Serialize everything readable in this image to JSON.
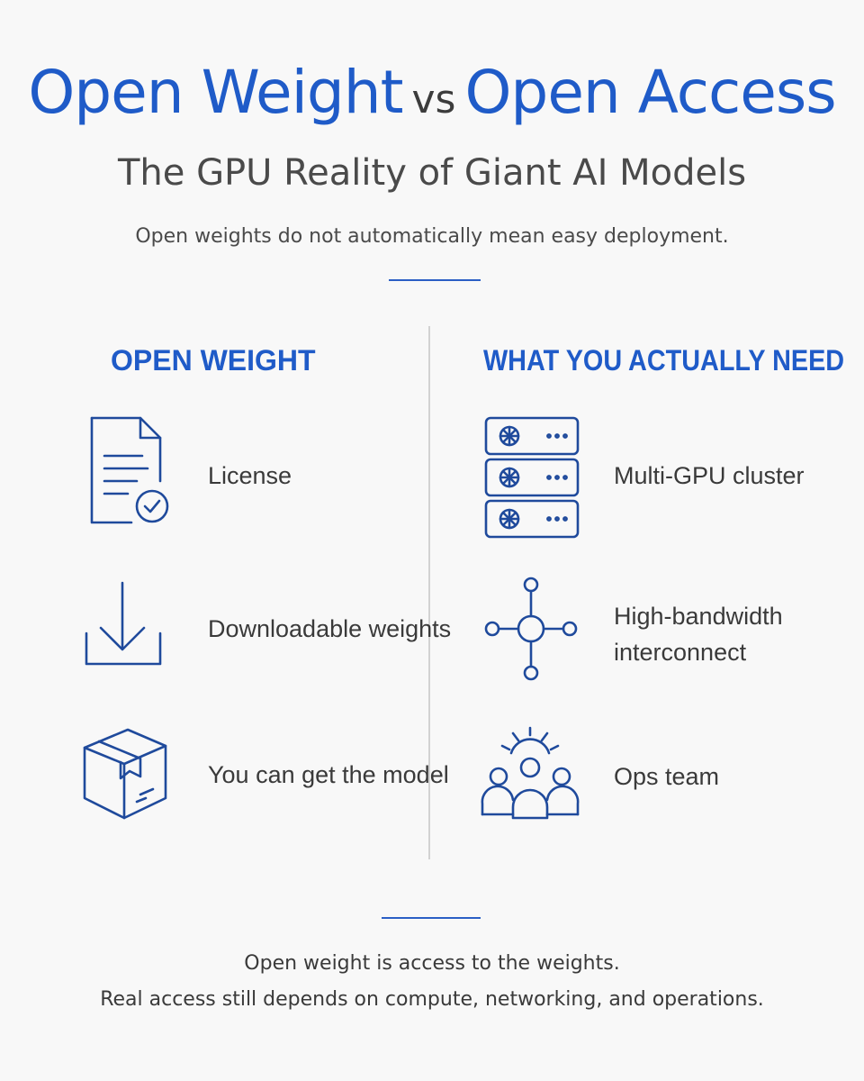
{
  "header": {
    "title_left": "Open Weight",
    "title_vs": "vs",
    "title_right": "Open Access",
    "subtitle": "The GPU Reality of Giant AI Models",
    "tagline": "Open weights do not automatically mean easy deployment."
  },
  "left_column": {
    "heading": "OPEN WEIGHT",
    "items": [
      {
        "label": "License",
        "icon": "license-document-icon"
      },
      {
        "label": "Downloadable weights",
        "icon": "download-icon"
      },
      {
        "label": "You can get the model",
        "icon": "package-box-icon"
      }
    ]
  },
  "right_column": {
    "heading": "WHAT YOU ACTUALLY NEED",
    "items": [
      {
        "label": "Multi-GPU cluster",
        "icon": "server-rack-icon"
      },
      {
        "label_line1": "High-bandwidth",
        "label_line2": "interconnect",
        "icon": "network-hub-icon"
      },
      {
        "label": "Ops team",
        "icon": "team-gear-icon"
      }
    ]
  },
  "footer": {
    "line1": "Open weight is access to the weights.",
    "line2": "Real access still depends on compute, networking, and operations."
  },
  "colors": {
    "accent": "#1f5bc8",
    "icon_stroke": "#1f4a9c",
    "text": "#3a3a3a",
    "background": "#f8f8f8",
    "divider": "#d2d2d2"
  }
}
